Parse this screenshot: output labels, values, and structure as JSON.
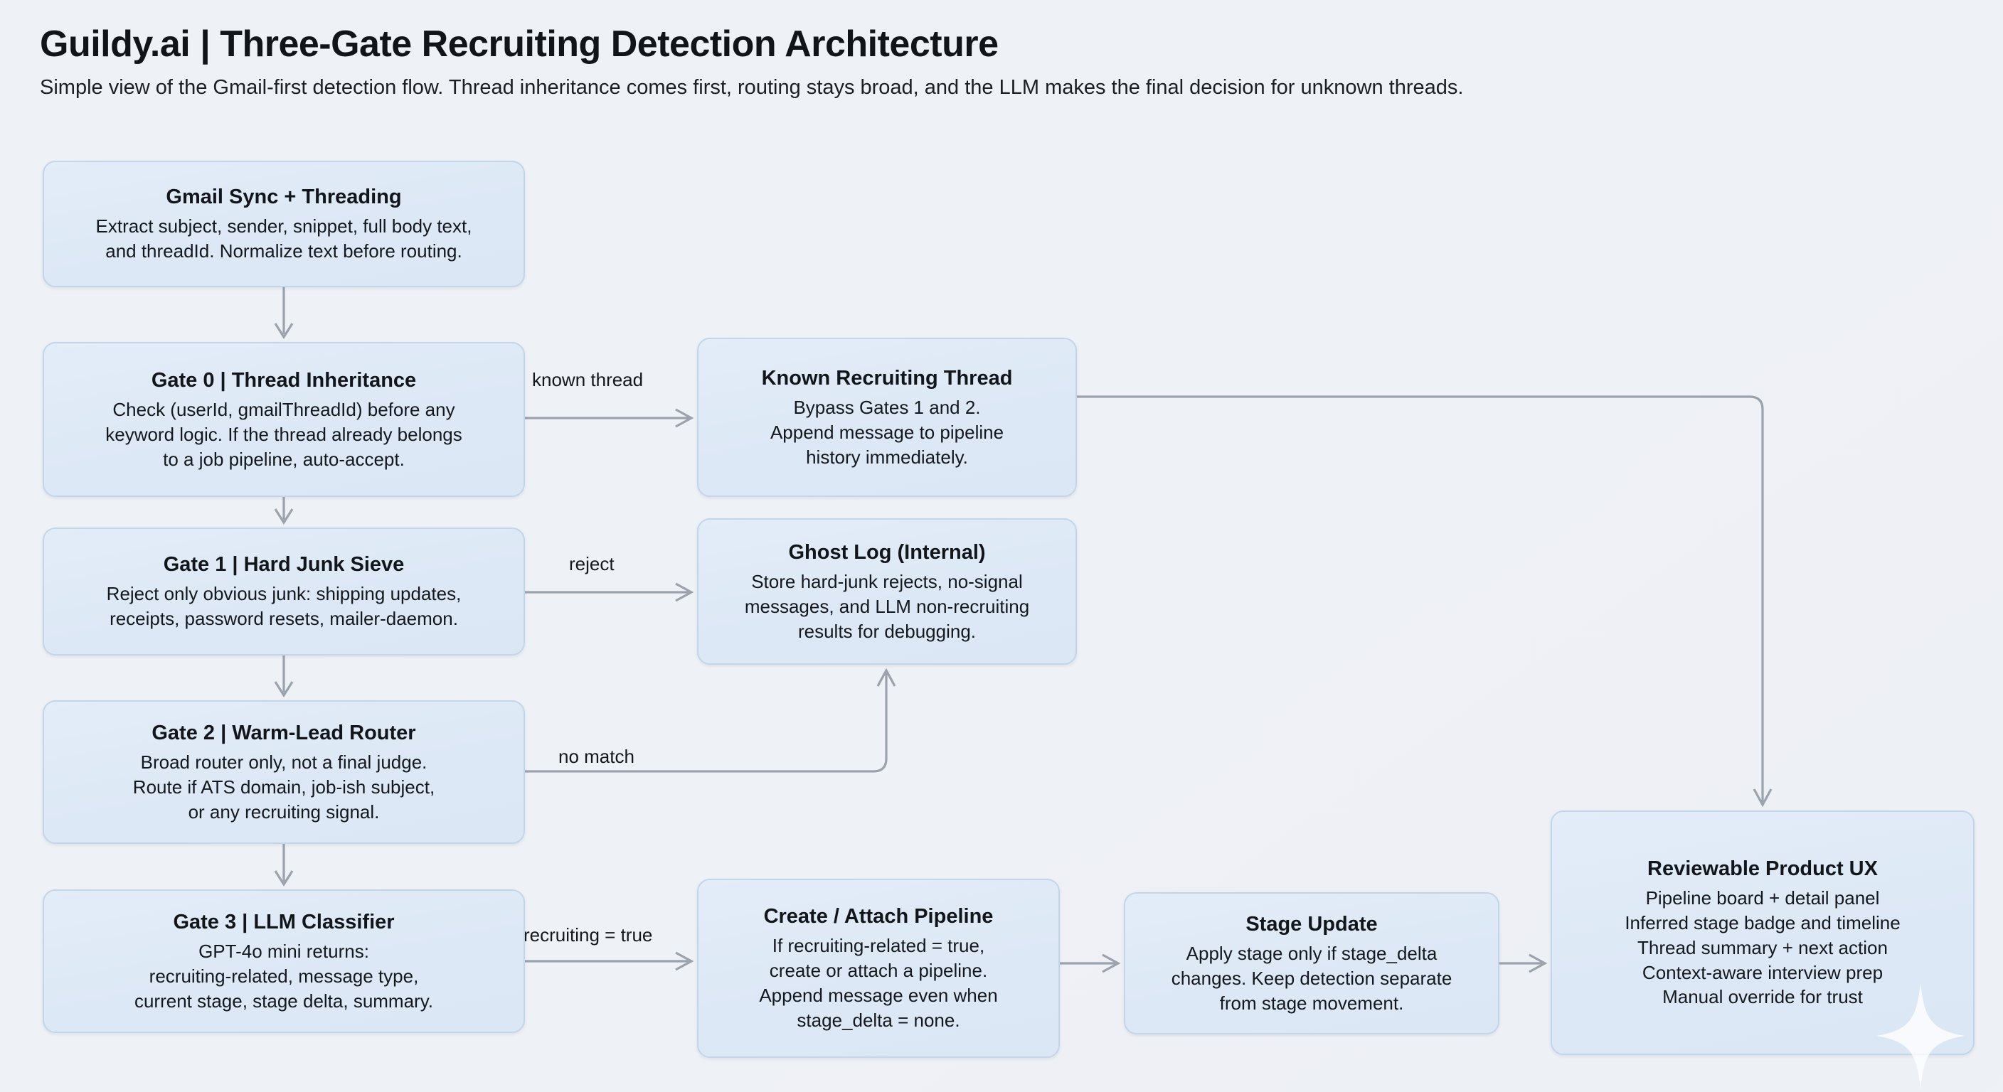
{
  "header": {
    "title": "Guildy.ai | Three-Gate Recruiting Detection Architecture",
    "subtitle": "Simple view of the Gmail-first detection flow. Thread inheritance comes first, routing stays broad, and the LLM makes the final decision for unknown threads."
  },
  "colors": {
    "background": "#eef1f6",
    "node_fill": "#dde8f6",
    "node_border": "#c3d5e8",
    "edge": "#9aa3ad",
    "text": "#12161b"
  },
  "diagram_data": {
    "type": "flowchart",
    "direction": "left-to-right with vertical main spine",
    "nodes": [
      {
        "id": "gmail",
        "title": "Gmail Sync + Threading",
        "body": "Extract subject, sender, snippet, full body text,\nand threadId. Normalize text before routing."
      },
      {
        "id": "gate0",
        "title": "Gate 0 | Thread Inheritance",
        "body": "Check (userId, gmailThreadId) before any\nkeyword logic. If the thread already belongs\nto a job pipeline, auto-accept."
      },
      {
        "id": "known",
        "title": "Known Recruiting Thread",
        "body": "Bypass Gates 1 and 2.\nAppend message to pipeline\nhistory immediately."
      },
      {
        "id": "gate1",
        "title": "Gate 1 | Hard Junk Sieve",
        "body": "Reject only obvious junk: shipping updates,\nreceipts, password resets, mailer-daemon."
      },
      {
        "id": "ghost",
        "title": "Ghost Log (Internal)",
        "body": "Store hard-junk rejects, no-signal\nmessages, and LLM non-recruiting\nresults for debugging."
      },
      {
        "id": "gate2",
        "title": "Gate 2 | Warm-Lead Router",
        "body": "Broad router only, not a final judge.\nRoute if ATS domain, job-ish subject,\nor any recruiting signal."
      },
      {
        "id": "gate3",
        "title": "Gate 3 | LLM Classifier",
        "body": "GPT-4o mini returns:\nrecruiting-related, message type,\ncurrent stage, stage delta, summary."
      },
      {
        "id": "create",
        "title": "Create / Attach Pipeline",
        "body": "If recruiting-related = true,\ncreate or attach a pipeline.\nAppend message even when\nstage_delta = none."
      },
      {
        "id": "stage",
        "title": "Stage Update",
        "body": "Apply stage only if stage_delta\nchanges. Keep detection separate\nfrom stage movement."
      },
      {
        "id": "ux",
        "title": "Reviewable Product UX",
        "body": "Pipeline board + detail panel\nInferred stage badge and timeline\nThread summary + next action\nContext-aware interview prep\nManual override for trust"
      }
    ],
    "edges": [
      {
        "from": "gmail",
        "to": "gate0",
        "label": ""
      },
      {
        "from": "gate0",
        "to": "known",
        "label": "known thread"
      },
      {
        "from": "gate0",
        "to": "gate1",
        "label": ""
      },
      {
        "from": "gate1",
        "to": "ghost",
        "label": "reject"
      },
      {
        "from": "gate1",
        "to": "gate2",
        "label": ""
      },
      {
        "from": "gate2",
        "to": "ghost",
        "label": "no match"
      },
      {
        "from": "gate2",
        "to": "gate3",
        "label": ""
      },
      {
        "from": "gate3",
        "to": "create",
        "label": "recruiting = true"
      },
      {
        "from": "create",
        "to": "stage",
        "label": ""
      },
      {
        "from": "stage",
        "to": "ux",
        "label": ""
      },
      {
        "from": "known",
        "to": "ux",
        "label": ""
      }
    ],
    "edge_labels": {
      "known_thread": "known thread",
      "reject": "reject",
      "no_match": "no match",
      "recruiting_true": "recruiting = true"
    }
  }
}
